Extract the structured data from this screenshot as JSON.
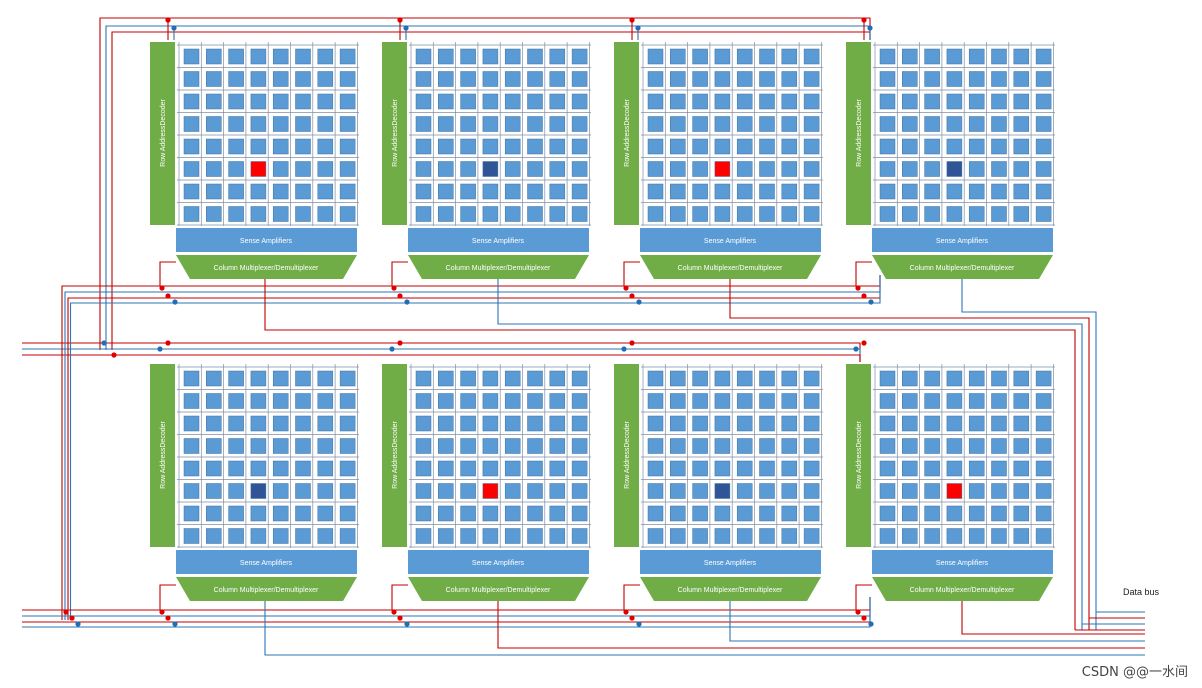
{
  "labels": {
    "row_decoder": "Row AddressDecoder",
    "sense_amps": "Sense Amplifiers",
    "column_mux": "Column Multiplexer/Demultiplexer",
    "data_bus": "Data bus"
  },
  "watermark": "CSDN @@一水间",
  "grid": {
    "rows": 8,
    "cols": 8
  },
  "highlight_row": 5,
  "banks": [
    {
      "row": 0,
      "index": 0,
      "highlight_col": 3,
      "highlight_color": "red"
    },
    {
      "row": 0,
      "index": 1,
      "highlight_col": 3,
      "highlight_color": "blue"
    },
    {
      "row": 0,
      "index": 2,
      "highlight_col": 3,
      "highlight_color": "red"
    },
    {
      "row": 0,
      "index": 3,
      "highlight_col": 3,
      "highlight_color": "blue"
    },
    {
      "row": 1,
      "index": 0,
      "highlight_col": 3,
      "highlight_color": "blue"
    },
    {
      "row": 1,
      "index": 1,
      "highlight_col": 3,
      "highlight_color": "red"
    },
    {
      "row": 1,
      "index": 2,
      "highlight_col": 3,
      "highlight_color": "blue"
    },
    {
      "row": 1,
      "index": 3,
      "highlight_col": 3,
      "highlight_color": "red"
    }
  ],
  "colors": {
    "cell": "#5b9bd5",
    "cell_red": "#ff0000",
    "cell_blue": "#2f5597",
    "decoder": "#70ad47",
    "sense_amp": "#5b9bd5",
    "mux": "#70ad47",
    "wire_red": "#c00000",
    "wire_blue": "#2e75b6",
    "dot_red": "#e00000",
    "dot_blue": "#1f6fb5"
  }
}
